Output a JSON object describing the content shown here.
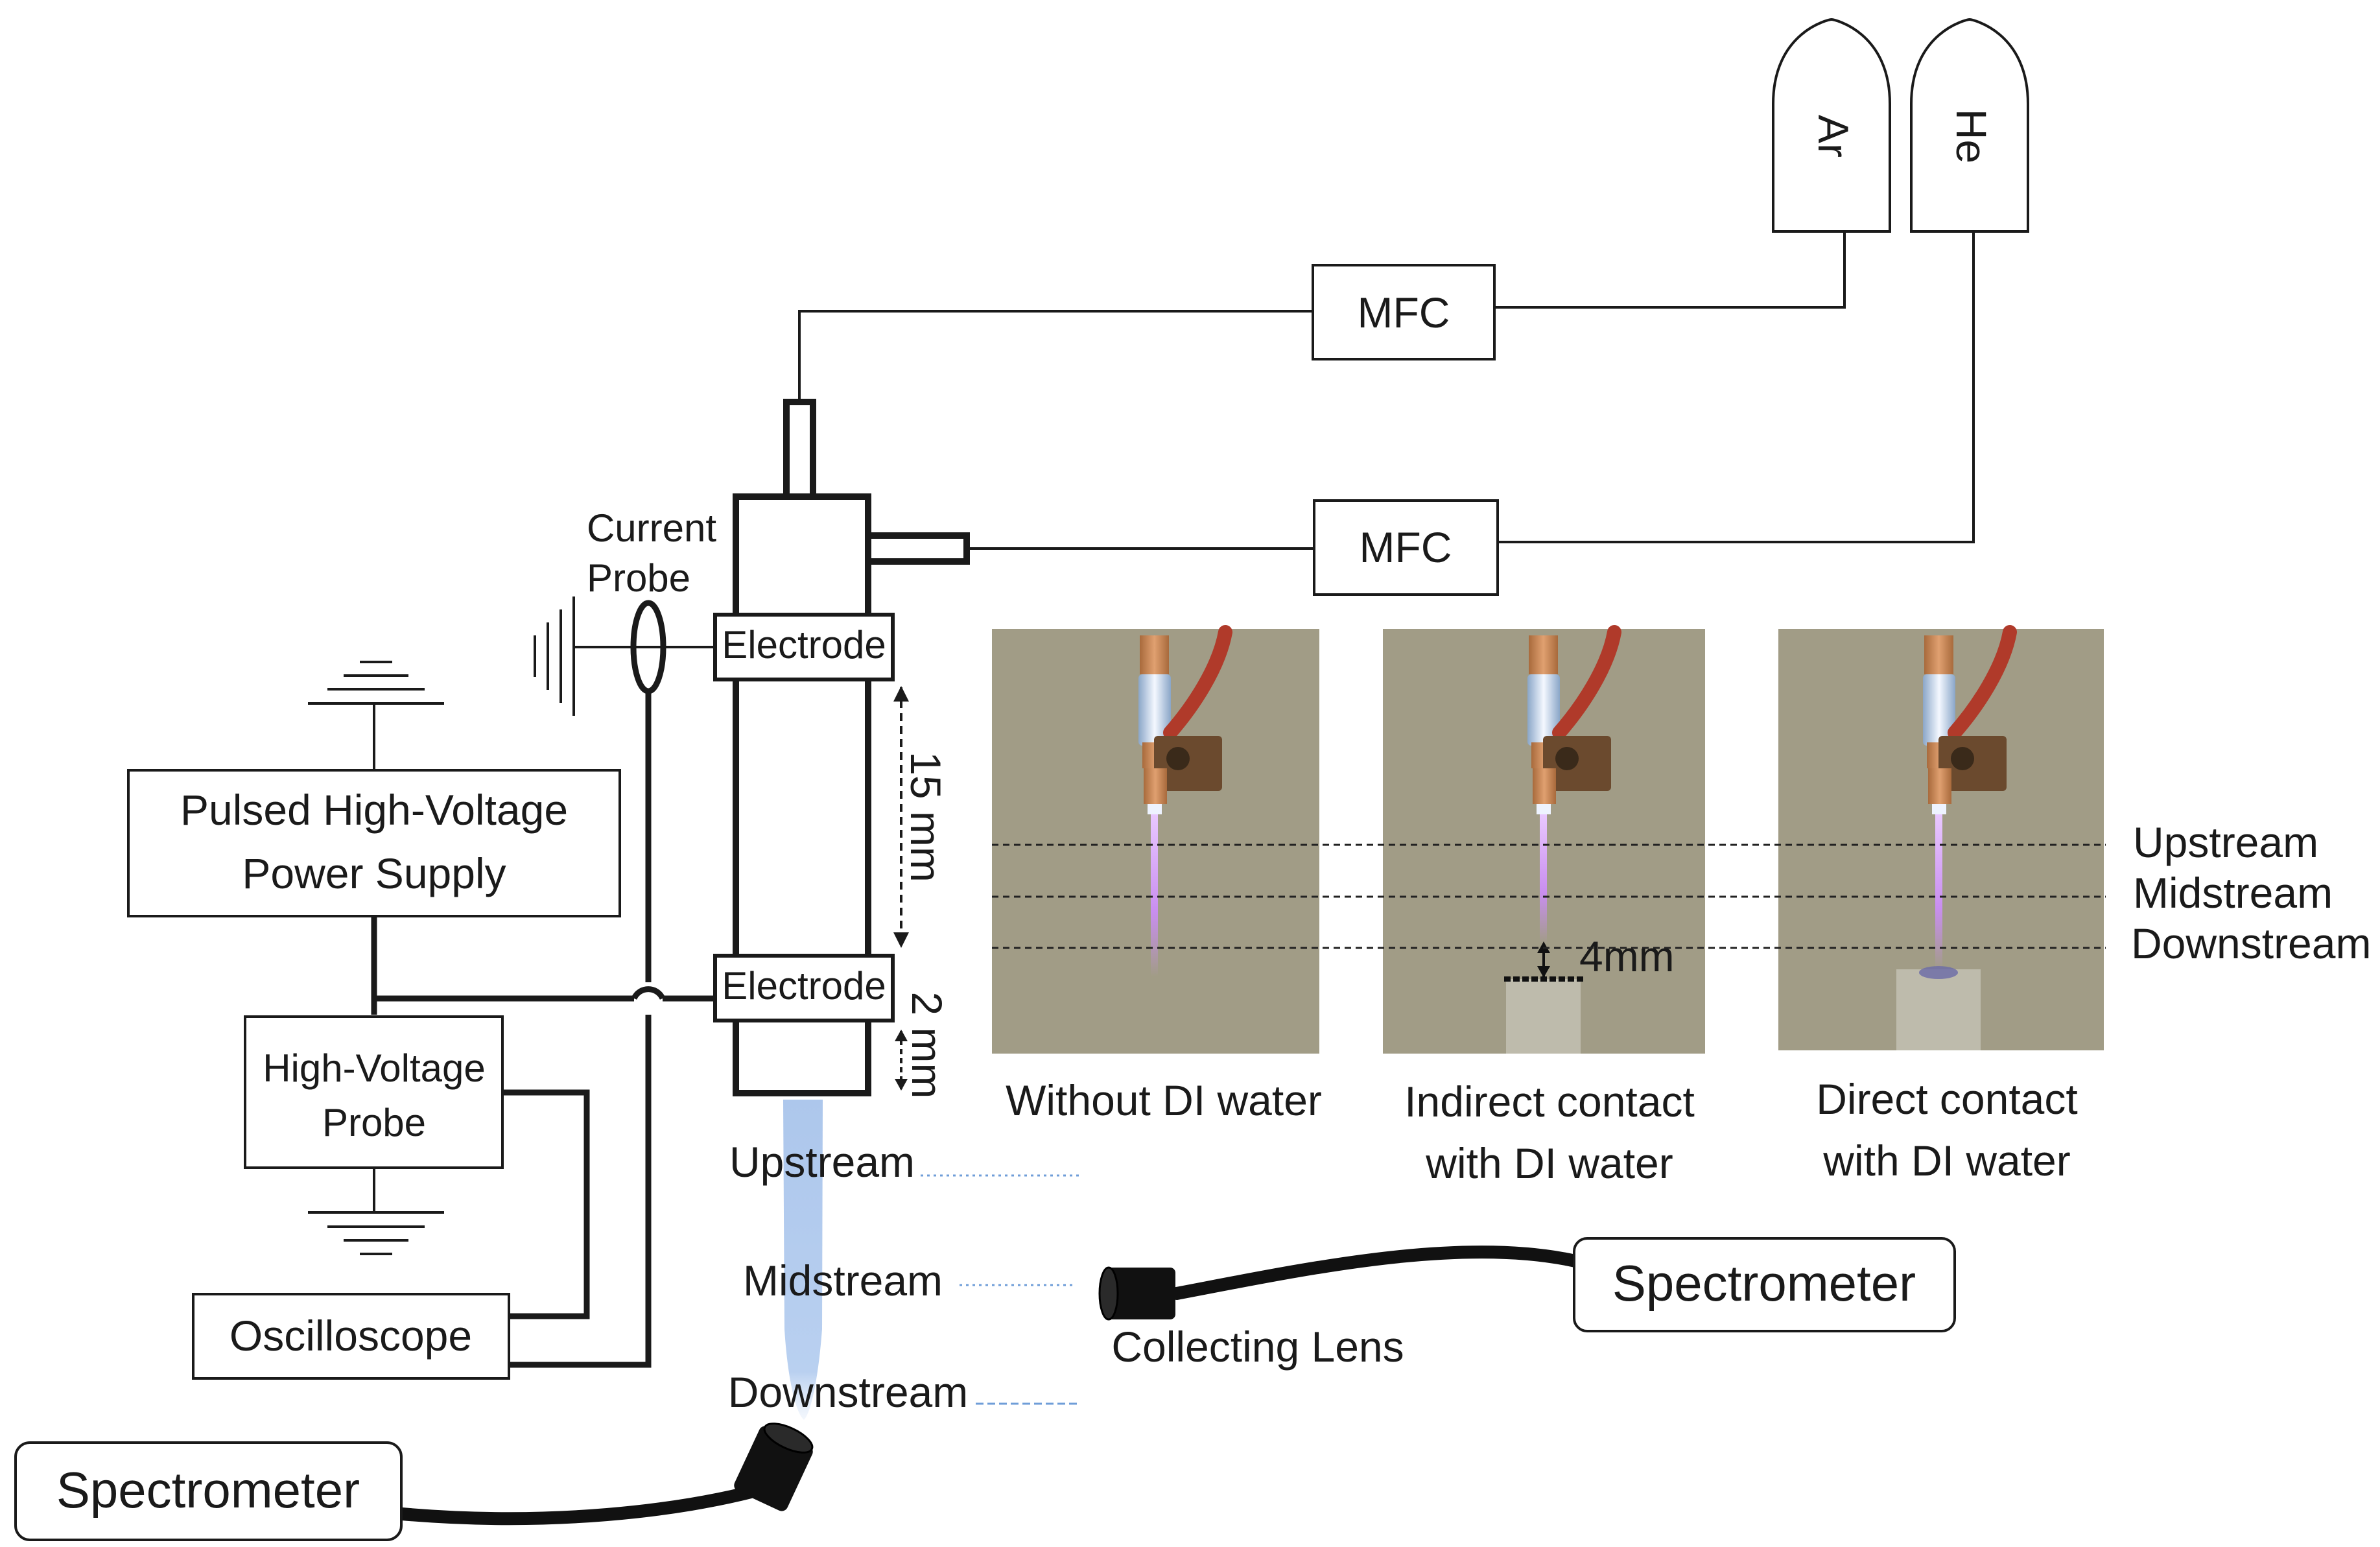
{
  "gases": {
    "argon": "Ar",
    "helium": "He"
  },
  "mfc": {
    "top_label": "MFC",
    "bottom_label": "MFC"
  },
  "current_probe": {
    "line1": "Current",
    "line2": "Probe"
  },
  "electrodes": {
    "top_label": "Electrode",
    "bottom_label": "Electrode"
  },
  "dimensions": {
    "gap_label": "15 mm",
    "tip_label": "2 mm",
    "water_gap_label": "4mm"
  },
  "power_supply": {
    "line1": "Pulsed High-Voltage",
    "line2": "Power Supply"
  },
  "hv_probe": {
    "line1": "High-Voltage",
    "line2": "Probe"
  },
  "oscilloscope": {
    "label": "Oscilloscope"
  },
  "jet_positions": {
    "upstream": "Upstream",
    "midstream": "Midstream",
    "downstream": "Downstream"
  },
  "photo_positions": {
    "upstream": "Upstream",
    "midstream": "Midstream",
    "downstream": "Downstream"
  },
  "photos": [
    {
      "line1": "Without DI water",
      "line2": ""
    },
    {
      "line1": "Indirect contact",
      "line2": "with DI water"
    },
    {
      "line1": "Direct contact",
      "line2": "with DI water"
    }
  ],
  "spectrometer_right": {
    "label": "Spectrometer"
  },
  "spectrometer_left": {
    "label": "Spectrometer"
  },
  "collecting_lens": {
    "label": "Collecting Lens"
  },
  "colors": {
    "photo_background": "#a19c86",
    "plasma": "#c98ef0",
    "jet_blue": "#adc7ec",
    "wire": "#1a1a1a",
    "cable_red": "#b03a2a"
  }
}
